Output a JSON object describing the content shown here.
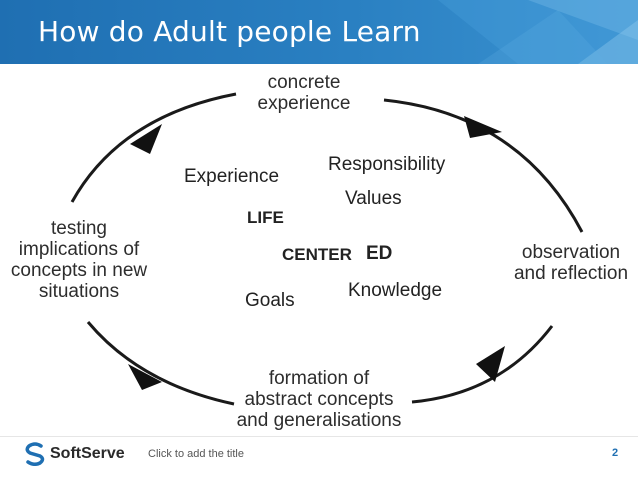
{
  "slide": {
    "title": "How do Adult people Learn",
    "page_number": "2",
    "footer_note": "Click to add the  title",
    "brand_name": "SoftServe"
  },
  "cycle": {
    "stage_top_line1": "concrete",
    "stage_top_line2": "experience",
    "stage_right_line1": "observation",
    "stage_right_line2": "and reflection",
    "stage_bottom_line1": "formation of",
    "stage_bottom_line2": "abstract concepts",
    "stage_bottom_line3": "and generalisations",
    "stage_left_line1": "testing",
    "stage_left_line2": "implications of",
    "stage_left_line3": "concepts in new",
    "stage_left_line4": "situations"
  },
  "center_words": {
    "experience": "Experience",
    "responsibility": "Responsibility",
    "values": "Values",
    "life": "LIFE",
    "center": "CENTER",
    "ed": "ED",
    "knowledge": "Knowledge",
    "goals": "Goals"
  },
  "colors": {
    "header": "#2a80c2",
    "accent": "#1f6fb2"
  }
}
